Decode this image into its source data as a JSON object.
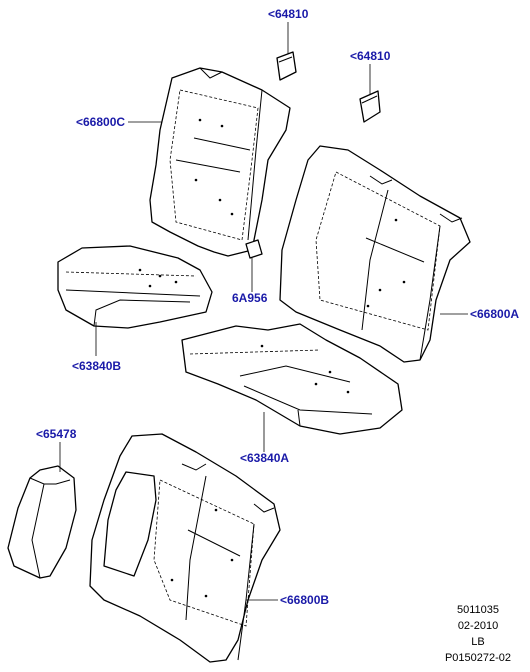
{
  "callouts": {
    "clip_upper": "<64810",
    "clip_right": "<64810",
    "backrest_upper": "<66800C",
    "backrest_right": "<66800A",
    "retainer": "6A956",
    "cushion_left": "<63840B",
    "cushion_center": "<63840A",
    "armrest": "<65478",
    "backrest_lower": "<66800B"
  },
  "meta": {
    "line1": "5011035",
    "line2": "02-2010",
    "line3": "LB",
    "line4": "P0150272-02"
  },
  "colors": {
    "callout_text": "#1a1aa8",
    "line": "#000000",
    "background": "#ffffff"
  }
}
